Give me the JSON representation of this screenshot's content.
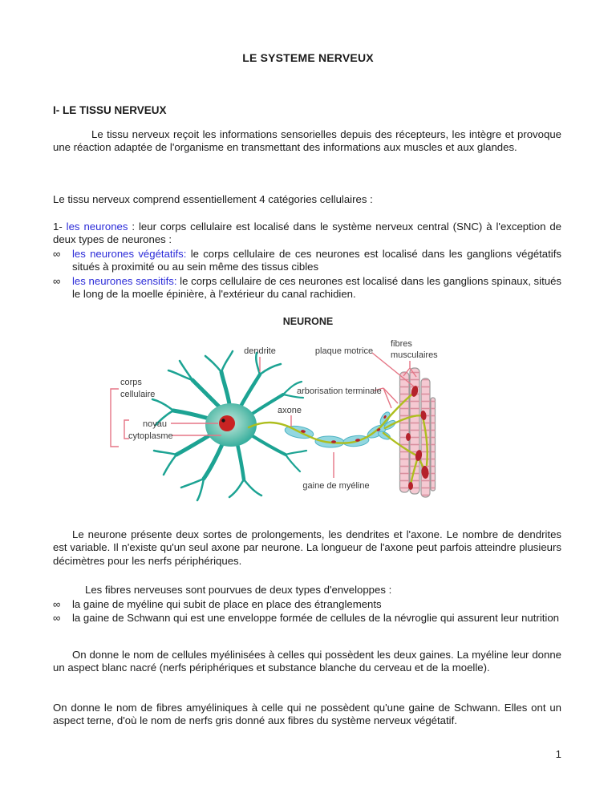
{
  "page": {
    "background": "#ffffff",
    "number": "1"
  },
  "document": {
    "title": "LE SYSTEME NERVEUX",
    "section_heading": "I- LE TISSU NERVEUX",
    "intro": "Le tissu nerveux reçoit les informations sensorielles depuis des récepteurs, les intègre et provoque une réaction adaptée de l'organisme en transmettant des informations aux muscles et aux glandes.",
    "categories_line": "Le tissu nerveux comprend essentiellement 4 catégories cellulaires :",
    "neurones": {
      "prefix": "1- ",
      "term": "les neurones",
      "rest": " : leur corps cellulaire est localisé dans le système nerveux central (SNC) à l'exception de deux types de neurones :"
    },
    "bullet_symbol": "∞",
    "bullet_vegetatifs": {
      "term": "les neurones végétatifs:",
      "rest": " le corps cellulaire de ces neurones est localisé dans les ganglions végétatifs situés à proximité ou au sein même des tissus cibles"
    },
    "bullet_sensitifs": {
      "term": "les neurones sensitifs:",
      "rest": " le corps cellulaire de ces neurones est localisé dans les ganglions spinaux, situés le long de la moelle épinière, à l'extérieur du canal rachidien."
    },
    "neurone_paragraph": "Le neurone présente deux sortes de prolongements, les dendrites et l'axone. Le nombre de dendrites est variable. Il n'existe qu'un seul axone par neurone. La longueur de l'axone peut parfois atteindre plusieurs décimètres pour les nerfs périphériques.",
    "enveloppes_line": "Les fibres nerveuses sont pourvues de deux types d'enveloppes :",
    "bullet_myeline": "la gaine de myéline qui subit de place en place des étranglements",
    "bullet_schwann": "la gaine de Schwann qui est une enveloppe formée de cellules de la névroglie qui assurent leur nutrition",
    "myelinisees_paragraph": "On donne le nom de cellules myélinisées à celles qui possèdent les deux gaines. La myéline leur donne un aspect blanc nacré (nerfs  périphériques et substance blanche du cerveau et de la moelle).",
    "amyeliniques_paragraph": "On donne le nom de fibres amyéliniques à celle qui ne possèdent qu'une gaine de Schwann. Elles ont un aspect terne, d'où le nom de nerfs gris donné aux fibres du système nerveux végétatif."
  },
  "figure": {
    "title": "NEURONE",
    "labels": {
      "dendrite": "dendrite",
      "plaque_motrice": "plaque motrice",
      "fibres_line1": "fibres",
      "fibres_line2": "musculaires",
      "corps_line1": "corps",
      "corps_line2": "cellulaire",
      "arborisation": "arborisation terminale",
      "axone": "axone",
      "noyau": "noyau",
      "cytoplasme": "cytoplasme",
      "gaine_myeline": "gaine de myéline"
    },
    "colors": {
      "cell_teal": "#1ca393",
      "cell_center": "#c4e8dd",
      "nucleus_red": "#c92323",
      "axon_green": "#aebe1e",
      "myelin_blue": "#92d7e0",
      "myelin_edge": "#4fb3c4",
      "muscle_pink": "#f5c9d2",
      "muscle_stripe": "#d9909f",
      "muscle_outline": "#9a9a9a",
      "endplate_red": "#b5222b",
      "label_line_pink": "#e57585",
      "label_text": "#3a3a3a"
    }
  },
  "text_colors": {
    "body": "#1a1a1a",
    "link_blue": "#2b2bd8"
  }
}
